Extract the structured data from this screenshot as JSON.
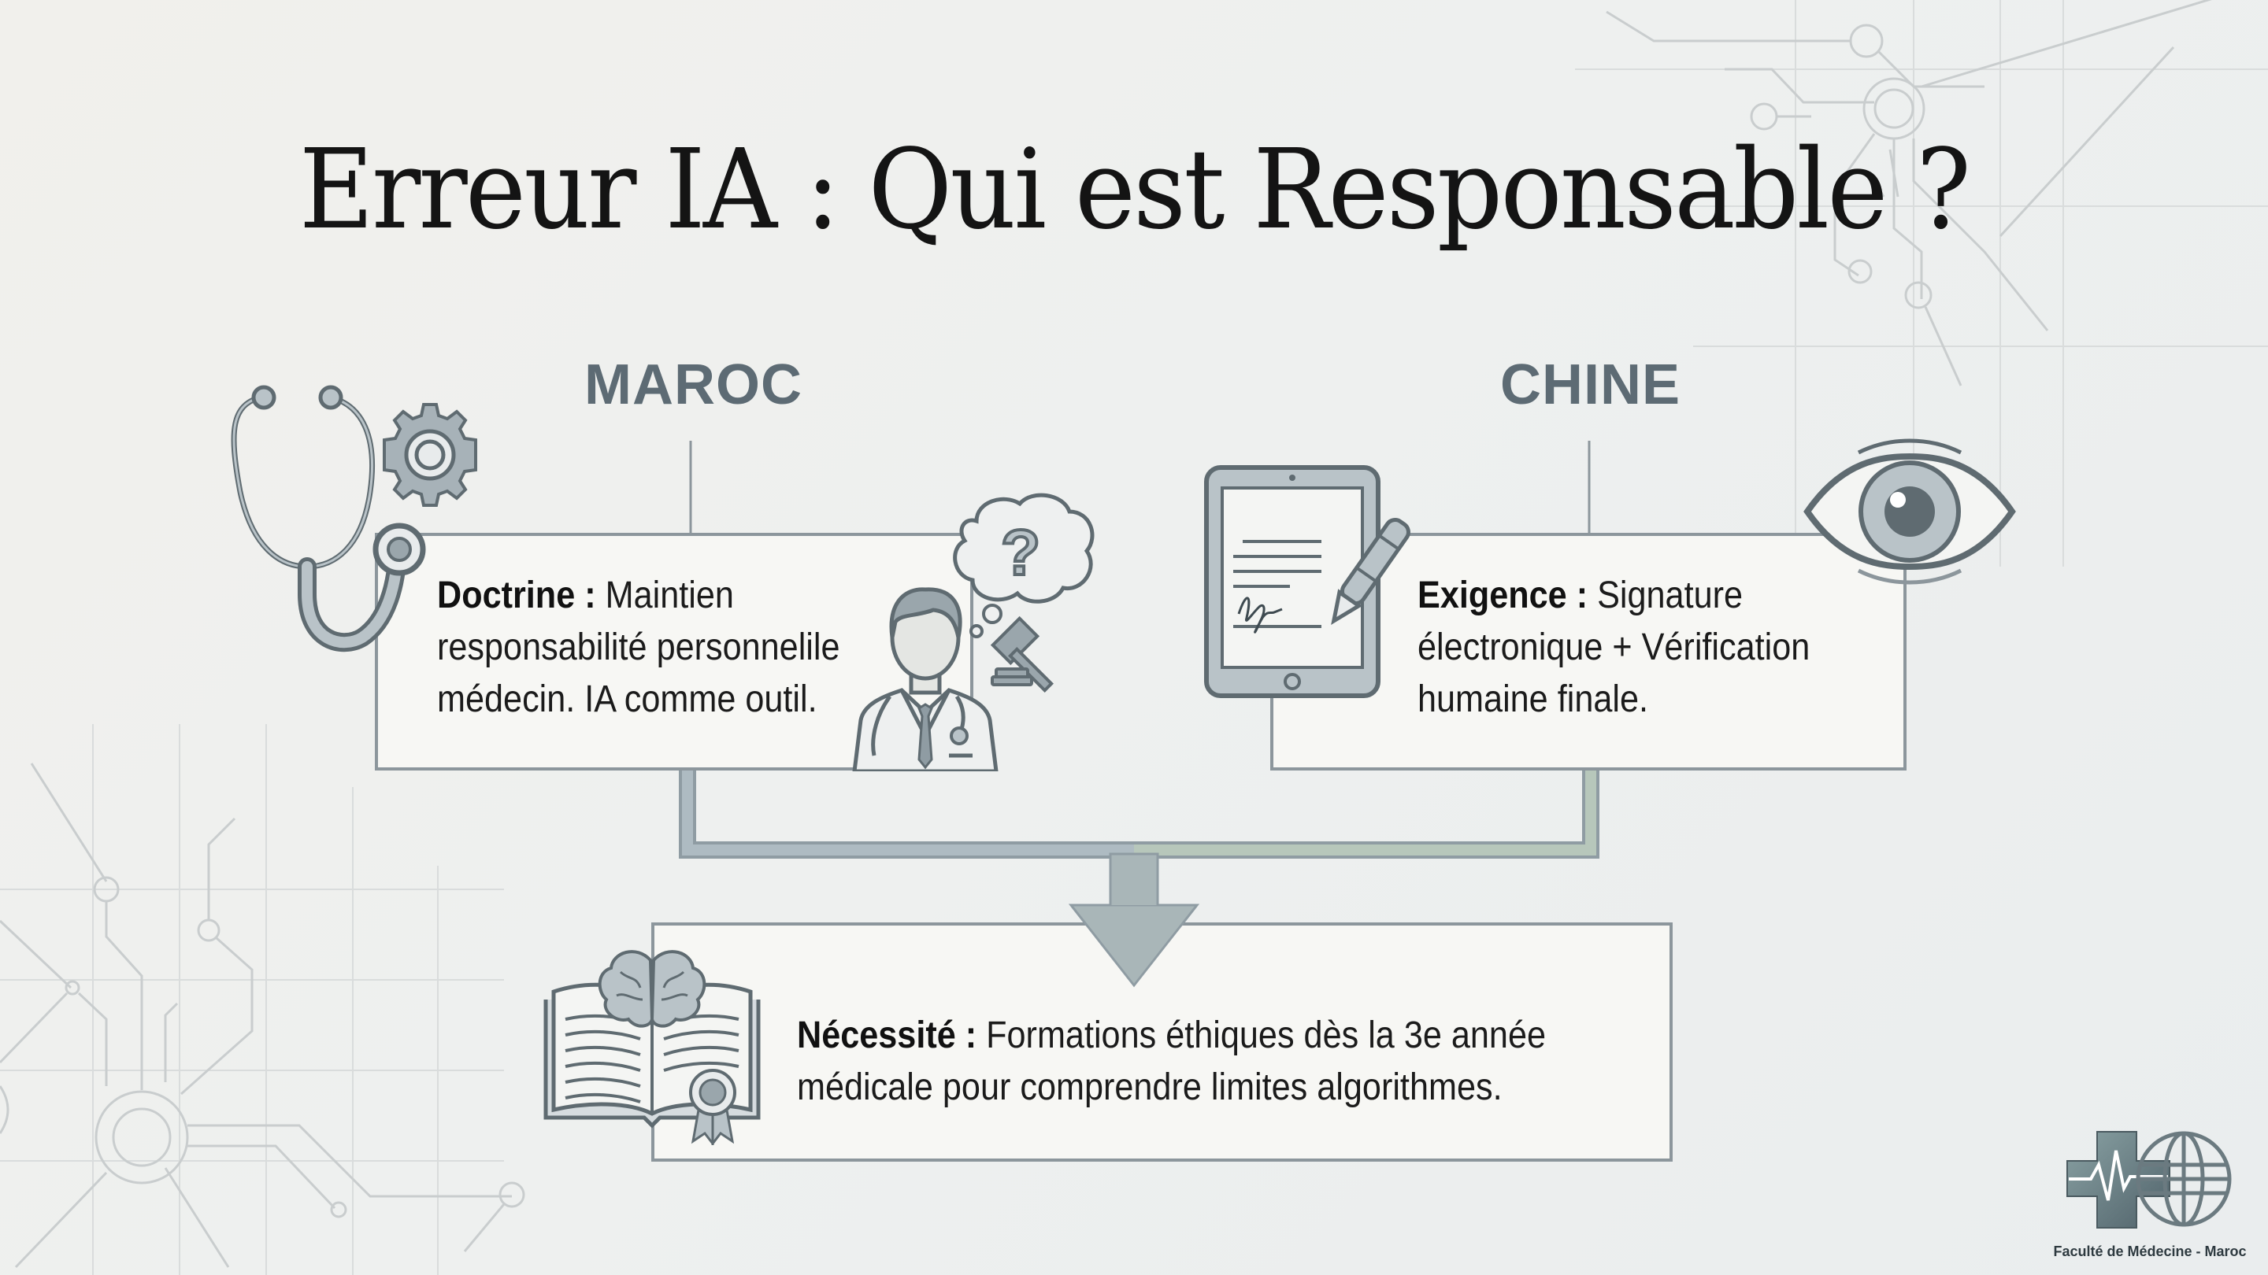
{
  "slide": {
    "title": "Erreur IA : Qui est Responsable ?"
  },
  "columns": [
    {
      "label": "MAROC",
      "heading": "Doctrine :",
      "body_lines": [
        "Maintien",
        "responsabilité personnelile",
        "médecin. IA comme outil."
      ],
      "icons": [
        "stethoscope-icon",
        "gear-icon",
        "doctor-icon",
        "thought-bubble-question-icon",
        "gavel-icon"
      ]
    },
    {
      "label": "CHINE",
      "heading": "Exigence :",
      "body_lines": [
        "Signature",
        "électronique + Vérification",
        "humaine finale."
      ],
      "icons": [
        "tablet-signature-icon",
        "pen-icon",
        "eye-icon"
      ]
    }
  ],
  "conclusion": {
    "heading": "Nécessité :",
    "body_lines": [
      "Formations éthiques dès la 3e année",
      "médicale pour comprendre limites algorithmes."
    ],
    "icons": [
      "book-brain-icon",
      "award-ribbon-icon"
    ]
  },
  "logo": {
    "caption": "Faculté de Médecine - Maroc",
    "icons": [
      "medical-cross-icon",
      "heartbeat-icon",
      "globe-icon"
    ]
  },
  "colors": {
    "title": "#141414",
    "label": "#5d6b74",
    "box_border": "#8c969c",
    "box_fill": "#f7f7f4",
    "connector_left": "#a9b6bd",
    "connector_right": "#b4c4b8",
    "arrow": "#a9b6b8",
    "icon_stroke": "#5f6b71",
    "icon_fill": "#b9c3c8"
  }
}
